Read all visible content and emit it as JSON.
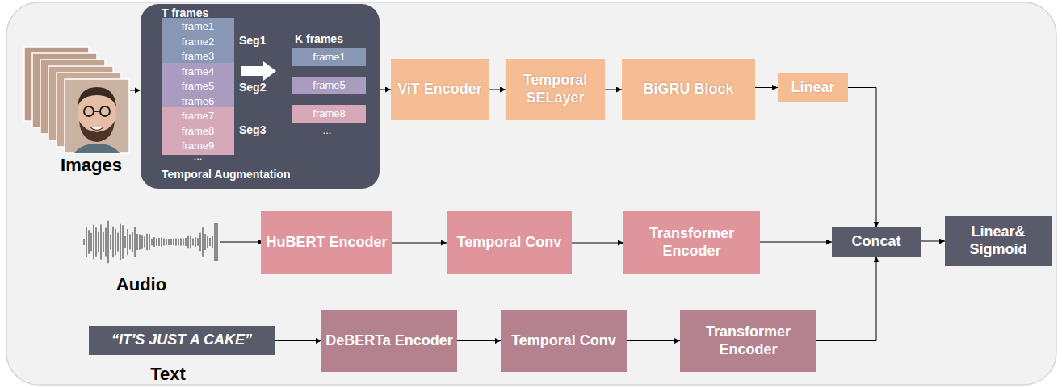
{
  "diagram": {
    "nodes": [
      {
        "text": [
          "T frames",
          "K frames",
          "Temporal Augmentation"
        ]
      },
      {
        "text": [
          "frame1"
        ],
        "in": 0
      },
      {
        "text": [
          "frame2"
        ],
        "in": 0
      },
      {
        "text": [
          "frame3"
        ],
        "in": 0
      },
      {
        "text": [
          "frame4"
        ],
        "in": 0
      },
      {
        "text": [
          "frame5"
        ],
        "in": 0
      },
      {
        "text": [
          "frame6"
        ],
        "in": 0
      },
      {
        "text": [
          "frame7"
        ],
        "in": 0
      },
      {
        "text": [
          "frame8"
        ],
        "in": 0
      },
      {
        "text": [
          "frame9"
        ],
        "in": 0
      },
      {
        "text": [
          "frame1"
        ],
        "in": 0
      },
      {
        "text": [
          "frame5"
        ],
        "in": 0
      },
      {
        "text": [
          "frame8"
        ],
        "in": 0
      },
      {
        "text": [
          "ViT Encoder"
        ]
      },
      {
        "text": [
          "Temporal SELayer"
        ]
      },
      {
        "text": [
          "BiGRU Block"
        ]
      },
      {
        "text": [
          "Linear"
        ]
      },
      {
        "text": [
          "HuBERT Encoder"
        ]
      },
      {
        "text": [
          "Temporal Conv"
        ]
      },
      {
        "text": [
          "Transformer Encoder"
        ]
      },
      {
        "text": [
          "Concat"
        ]
      },
      {
        "text": [
          "Linear& Sigmoid"
        ]
      },
      {
        "text": [
          "“IT'S JUST A CAKE”"
        ]
      },
      {
        "text": [
          "DeBERTa Encoder"
        ]
      },
      {
        "text": [
          "Temporal Conv"
        ]
      },
      {
        "text": [
          "Transformer Encoder"
        ]
      }
    ],
    "edges": [
      {
        "from": 0,
        "to": 13,
        "arrow": "to"
      },
      {
        "from": 13,
        "to": 14,
        "arrow": "to"
      },
      {
        "from": 14,
        "to": 15,
        "arrow": "to"
      },
      {
        "from": 15,
        "to": 16,
        "arrow": "to"
      },
      {
        "from": 16,
        "to": 20,
        "arrow": "to"
      },
      {
        "from": 17,
        "to": 18,
        "arrow": "to"
      },
      {
        "from": 18,
        "to": 19,
        "arrow": "to"
      },
      {
        "from": 19,
        "to": 20,
        "arrow": "to"
      },
      {
        "from": 22,
        "to": 23,
        "arrow": "to"
      },
      {
        "from": 23,
        "to": 24,
        "arrow": "to"
      },
      {
        "from": 24,
        "to": 25,
        "arrow": "to"
      },
      {
        "from": 25,
        "to": 20,
        "arrow": "to"
      },
      {
        "from": 20,
        "to": 21,
        "arrow": "to"
      }
    ],
    "labels": [
      "Images",
      "Seg1",
      "Seg2",
      "Seg3",
      "...",
      "...",
      "Audio",
      "Text"
    ]
  }
}
